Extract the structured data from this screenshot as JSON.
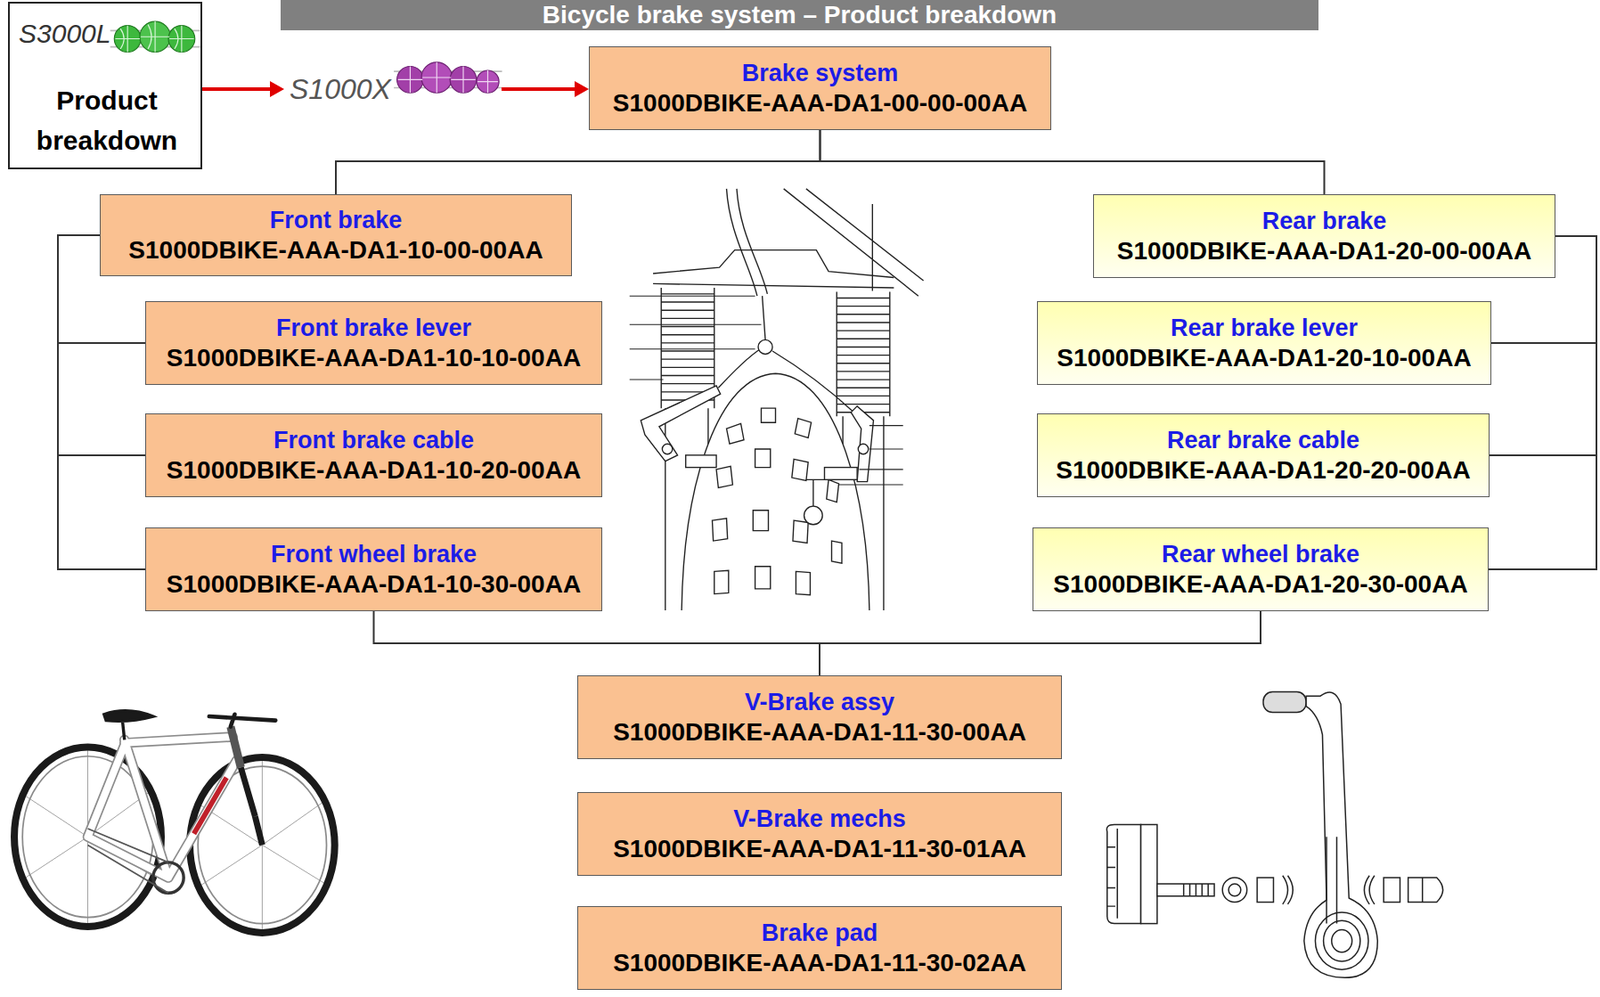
{
  "diagram": {
    "title": "Bicycle brake system – Product breakdown",
    "nodes": [
      {
        "text": [
          "S3000L",
          "Product breakdown"
        ]
      },
      {
        "text": [
          "Brake system",
          "S1000DBIKE-AAA-DA1-00-00-00AA"
        ]
      },
      {
        "text": [
          "Front brake",
          "S1000DBIKE-AAA-DA1-10-00-00AA"
        ]
      },
      {
        "text": [
          "Front brake lever",
          "S1000DBIKE-AAA-DA1-10-10-00AA"
        ]
      },
      {
        "text": [
          "Front brake cable",
          "S1000DBIKE-AAA-DA1-10-20-00AA"
        ]
      },
      {
        "text": [
          "Front wheel brake",
          "S1000DBIKE-AAA-DA1-10-30-00AA"
        ]
      },
      {
        "text": [
          "Rear brake",
          "S1000DBIKE-AAA-DA1-20-00-00AA"
        ]
      },
      {
        "text": [
          "Rear brake lever",
          "S1000DBIKE-AAA-DA1-20-10-00AA"
        ]
      },
      {
        "text": [
          "Rear brake cable",
          "S1000DBIKE-AAA-DA1-20-20-00AA"
        ]
      },
      {
        "text": [
          "Rear wheel brake",
          "S1000DBIKE-AAA-DA1-20-30-00AA"
        ]
      },
      {
        "text": [
          "V-Brake assy",
          "S1000DBIKE-AAA-DA1-11-30-00AA"
        ]
      },
      {
        "text": [
          "V-Brake mechs",
          "S1000DBIKE-AAA-DA1-11-30-01AA"
        ]
      },
      {
        "text": [
          "Brake pad",
          "S1000DBIKE-AAA-DA1-11-30-02AA"
        ]
      }
    ],
    "edges": [
      {
        "from": 0,
        "to": 1,
        "arrow": "to",
        "label": "S1000X"
      },
      {
        "from": 1,
        "to": 2,
        "arrow": "none"
      },
      {
        "from": 1,
        "to": 6,
        "arrow": "none"
      },
      {
        "from": 2,
        "to": 3,
        "arrow": "none"
      },
      {
        "from": 2,
        "to": 4,
        "arrow": "none"
      },
      {
        "from": 2,
        "to": 5,
        "arrow": "none"
      },
      {
        "from": 6,
        "to": 7,
        "arrow": "none"
      },
      {
        "from": 6,
        "to": 8,
        "arrow": "none"
      },
      {
        "from": 6,
        "to": 9,
        "arrow": "none"
      },
      {
        "from": 5,
        "to": 10,
        "arrow": "none"
      },
      {
        "from": 9,
        "to": 10,
        "arrow": "none"
      }
    ]
  }
}
